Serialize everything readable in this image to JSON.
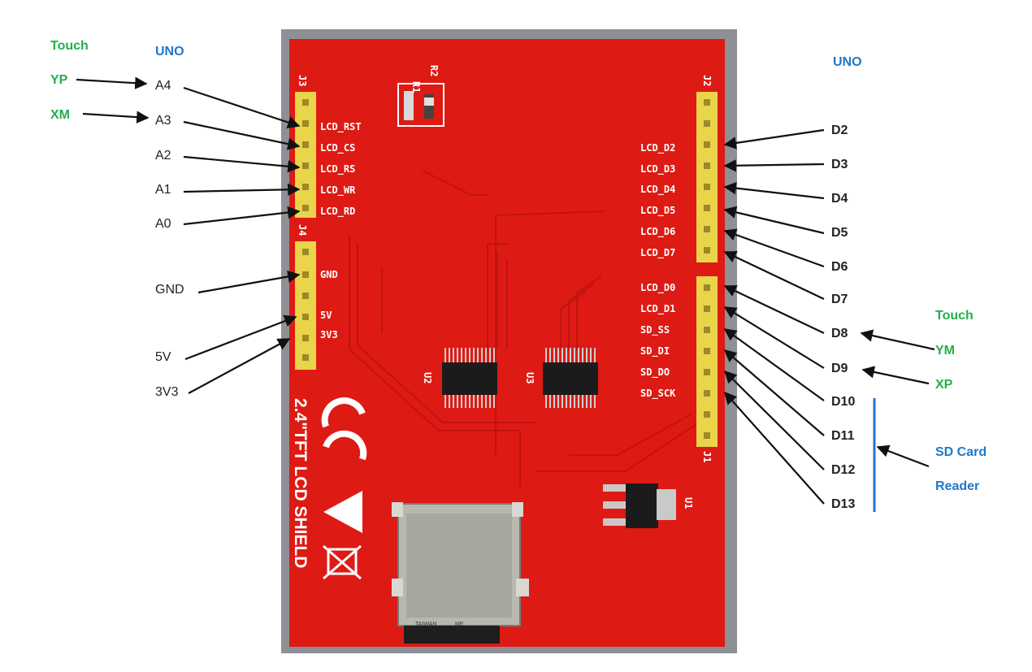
{
  "board": {
    "title": "2.4\"TFT LCD SHIELD",
    "header_j3": "J3",
    "header_j4": "J4",
    "header_j2": "J2",
    "header_j1": "J1",
    "chip_u2": "U2",
    "chip_u3": "U3",
    "chip_u1": "U1",
    "res_r1": "R1",
    "res_r2": "R2",
    "card_text1": "TAIWAN",
    "card_text2": "ME",
    "j3_pins": [
      "LCD_RST",
      "LCD_CS",
      "LCD_RS",
      "LCD_WR",
      "LCD_RD"
    ],
    "j4_pins": [
      "GND",
      "5V",
      "3V3"
    ],
    "j2_pins": [
      "LCD_D2",
      "LCD_D3",
      "LCD_D4",
      "LCD_D5",
      "LCD_D6",
      "LCD_D7"
    ],
    "j1_pins": [
      "LCD_D0",
      "LCD_D1",
      "SD_SS",
      "SD_DI",
      "SD_DO",
      "SD_SCK"
    ],
    "colors": {
      "pcb": "#de1a14",
      "frame": "#8d9196",
      "header": "#ead44a",
      "chip": "#1b1b1b"
    }
  },
  "left": {
    "touch_heading": "Touch",
    "uno_heading": "UNO",
    "touch": [
      "YP",
      "XM"
    ],
    "uno": [
      "A4",
      "A3",
      "A2",
      "A1",
      "A0",
      "GND",
      "5V",
      "3V3"
    ]
  },
  "right": {
    "uno_heading": "UNO",
    "uno": [
      "D2",
      "D3",
      "D4",
      "D5",
      "D6",
      "D7",
      "D8",
      "D9",
      "D10",
      "D11",
      "D12",
      "D13"
    ],
    "touch_heading": "Touch",
    "touch": [
      "YM",
      "XP"
    ],
    "sd_label_1": "SD Card",
    "sd_label_2": "Reader"
  }
}
